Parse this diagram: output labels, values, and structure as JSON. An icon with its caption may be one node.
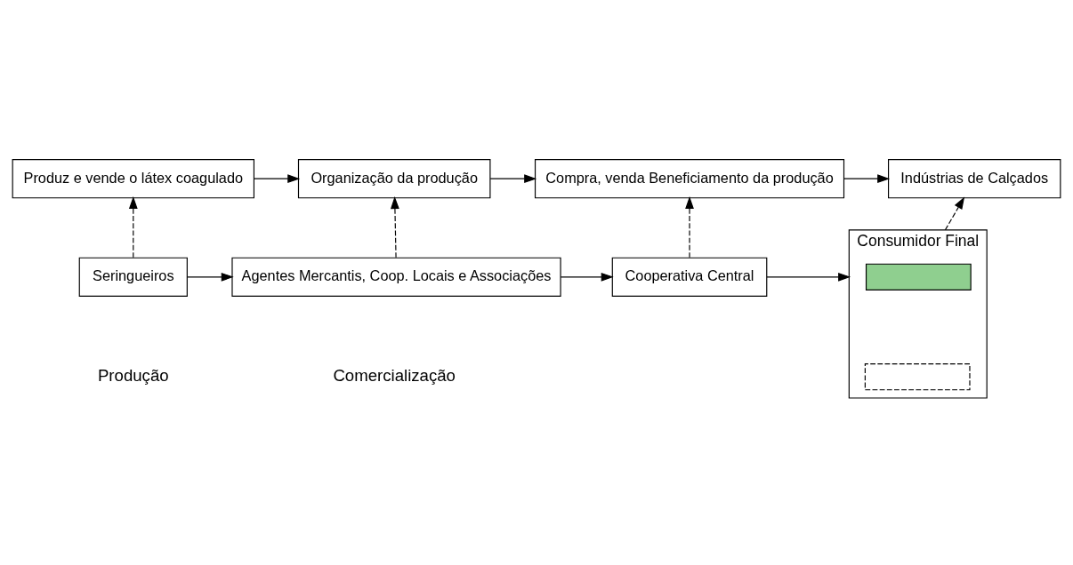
{
  "diagram": {
    "nodes": [
      {
        "text": [
          "Produz e vende o látex coagulado"
        ]
      },
      {
        "text": [
          "Organização da produção"
        ]
      },
      {
        "text": [
          "Compra, venda Beneficiamento da produção"
        ]
      },
      {
        "text": [
          "Indústrias de Calçados"
        ]
      },
      {
        "text": [
          "Seringueiros"
        ]
      },
      {
        "text": [
          "Agentes Mercantis, Coop. Locais e Associações"
        ]
      },
      {
        "text": [
          "Cooperativa Central"
        ]
      },
      {
        "text": [
          "Consumidor Final"
        ]
      },
      {
        "text": [],
        "shape": "box",
        "in": 7
      },
      {
        "text": [],
        "shape": "box",
        "in": 7
      }
    ],
    "edges": [
      {
        "from": 0,
        "to": 1,
        "arrow": "to"
      },
      {
        "from": 1,
        "to": 2,
        "arrow": "to"
      },
      {
        "from": 2,
        "to": 3,
        "arrow": "to"
      },
      {
        "from": 4,
        "to": 0,
        "arrow": "to",
        "style": "dashed"
      },
      {
        "from": 5,
        "to": 1,
        "arrow": "to",
        "style": "dashed"
      },
      {
        "from": 6,
        "to": 2,
        "arrow": "to",
        "style": "dashed"
      },
      {
        "from": 7,
        "to": 3,
        "arrow": "to",
        "style": "dashed"
      },
      {
        "from": 4,
        "to": 5,
        "arrow": "to"
      },
      {
        "from": 5,
        "to": 6,
        "arrow": "to"
      },
      {
        "from": 6,
        "to": 7,
        "arrow": "to"
      }
    ],
    "labels": [
      "Produção",
      "Comercialização"
    ]
  }
}
